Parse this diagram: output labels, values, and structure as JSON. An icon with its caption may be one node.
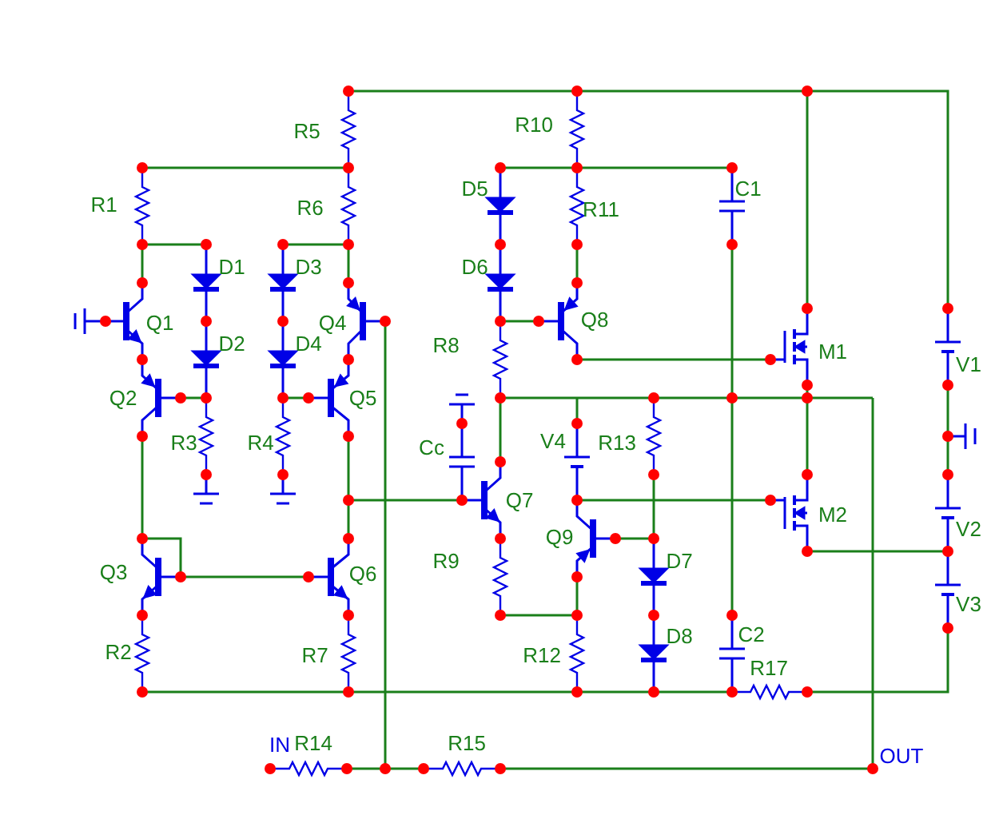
{
  "diagram": {
    "labels": [
      "R5",
      "R10",
      "D5",
      "C1",
      "R1",
      "R6",
      "R11",
      "D1",
      "D3",
      "D6",
      "Q1",
      "Q4",
      "Q8",
      "D2",
      "D4",
      "R8",
      "M1",
      "V1",
      "Q2",
      "Q5",
      "R3",
      "R4",
      "Cc",
      "V4",
      "R13",
      "Q7",
      "M2",
      "V2",
      "Q9",
      "R9",
      "D7",
      "Q3",
      "Q6",
      "V3",
      "D8",
      "C2",
      "R2",
      "R7",
      "R12",
      "R17",
      "IN",
      "R14",
      "R15",
      "OUT"
    ]
  }
}
